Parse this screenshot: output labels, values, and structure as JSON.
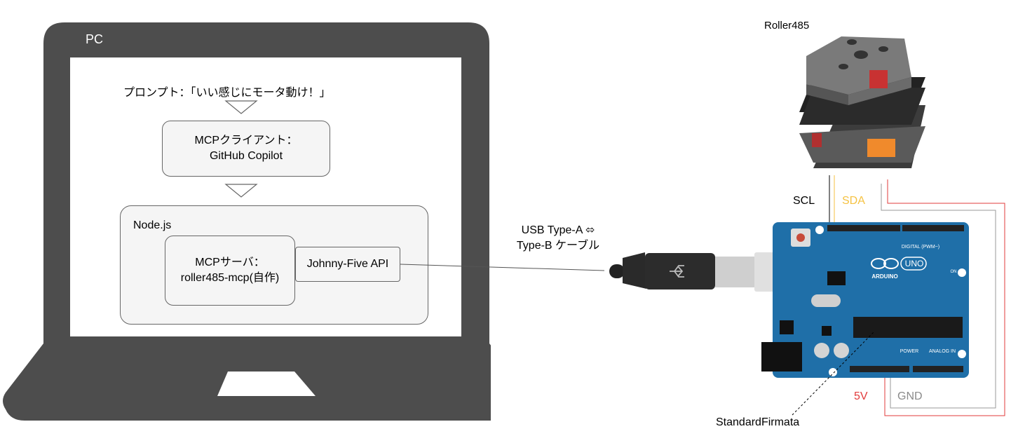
{
  "pc": {
    "label": "PC"
  },
  "prompt": {
    "text": "プロンプト：「いい感じにモータ動け！」"
  },
  "mcp_client": {
    "line1": "MCPクライアント：",
    "line2": "GitHub Copilot"
  },
  "nodejs": {
    "label": "Node.js"
  },
  "mcp_server": {
    "line1": "MCPサーバ：",
    "line2": "roller485-mcp(自作)"
  },
  "johnny_five": {
    "label": "Johnny-Five API"
  },
  "usb_cable": {
    "line1": "USB Type-A ⬄",
    "line2": "Type-B ケーブル"
  },
  "roller": {
    "label": "Roller485"
  },
  "wires": {
    "scl": "SCL",
    "sda": "SDA",
    "v5": "5V",
    "gnd": "GND"
  },
  "firmata": {
    "label": "StandardFirmata"
  },
  "arduino": {
    "brand": "ARDUINO",
    "model": "UNO",
    "digital": "DIGITAL (PWM~)",
    "power": "POWER",
    "analog": "ANALOG IN",
    "on": "ON"
  },
  "colors": {
    "laptop": "#4d4d4d",
    "sda": "#f5c242",
    "v5": "#e23b3b",
    "gnd": "#9a9a9a",
    "board": "#1f6fa8"
  }
}
